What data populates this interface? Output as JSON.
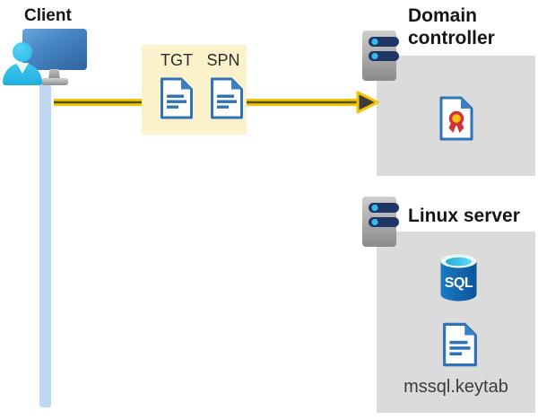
{
  "diagram": {
    "client": {
      "label": "Client"
    },
    "ticket_box": {
      "tgt_label": "TGT",
      "spn_label": "SPN"
    },
    "domain_controller": {
      "label": "Domain controller"
    },
    "linux_server": {
      "label": "Linux server",
      "sql_label": "SQL",
      "keytab_label": "mssql.keytab"
    },
    "icons": {
      "client": "user-at-computer-icon",
      "servers": "server-icon",
      "tickets": "document-icon",
      "domain_controller_content": "certificate-icon",
      "linux_server_content": [
        "sql-database-icon",
        "document-icon"
      ]
    },
    "colors": {
      "arrow_yellow": "#F2C500",
      "arrow_core": "#53530E",
      "arrowhead": "#3D3D3D",
      "ticket_box_bg": "#FBF2CB",
      "server_box_bg": "#DBDBDB",
      "client_timeline": "#BED8F2",
      "document_blue": "#2E73B8",
      "sql_body_blue": "#0F63AE",
      "accent_cyan": "#35BCE8",
      "certificate_red": "#D13438",
      "certificate_gold": "#FFC010",
      "monitor_blue": "#4583C0",
      "person_cyan": "#27B7E6"
    }
  }
}
